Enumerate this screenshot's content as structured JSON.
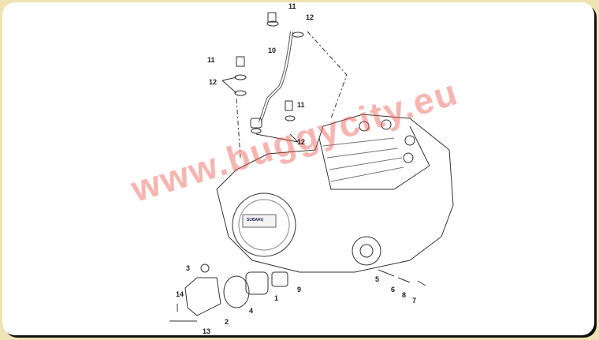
{
  "diagram": {
    "callouts": [
      "11",
      "12",
      "10",
      "11",
      "12",
      "11",
      "12",
      "3",
      "14",
      "2",
      "13",
      "4",
      "1",
      "9",
      "5",
      "6",
      "8",
      "7"
    ],
    "logo_text": "SUBARU",
    "watermark": "www.buggycity.eu"
  }
}
